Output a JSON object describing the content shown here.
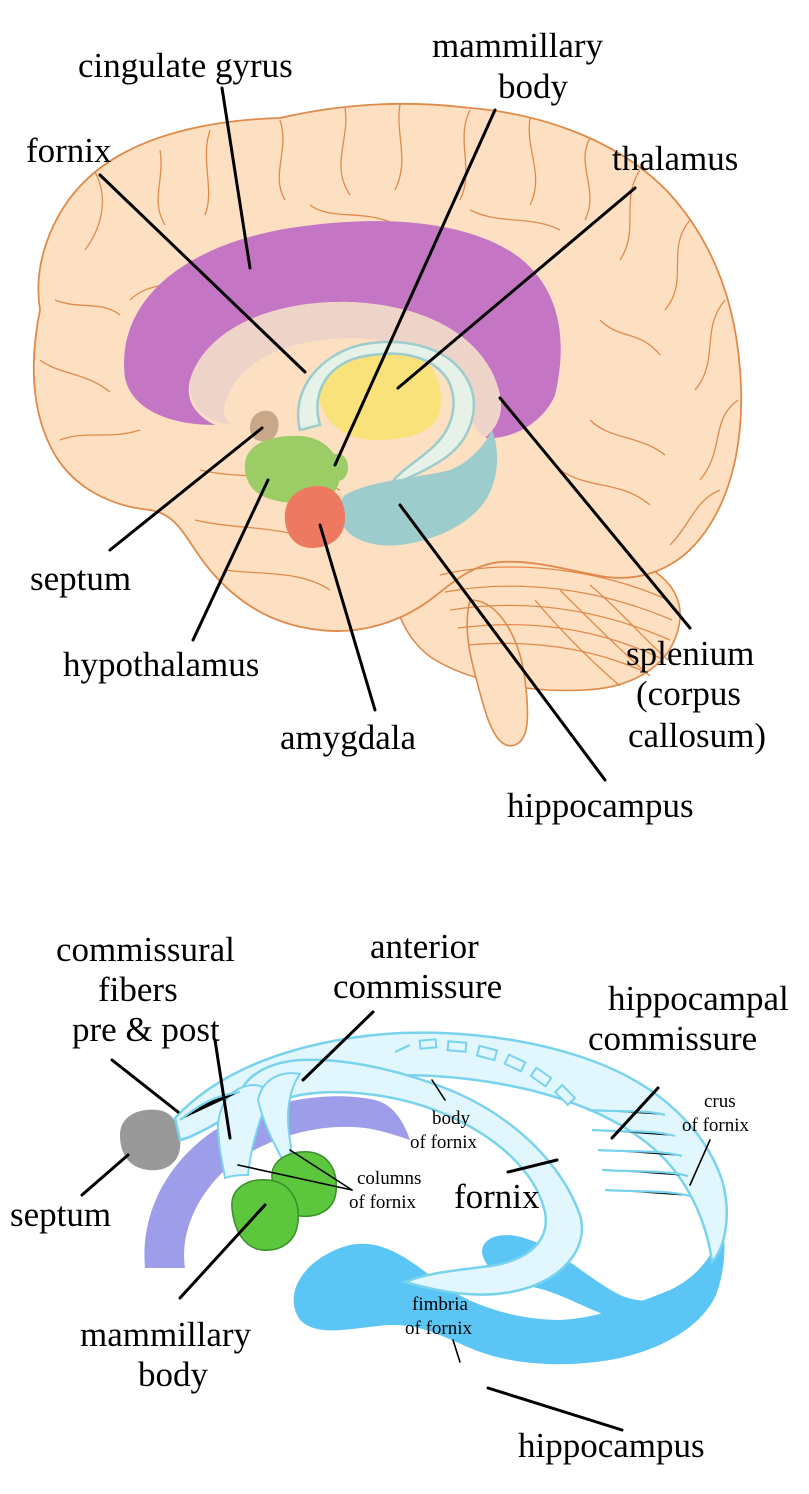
{
  "top_diagram": {
    "labels": {
      "cingulate_gyrus": "cingulate gyrus",
      "mammillary_body_1": "mammillary",
      "mammillary_body_2": "body",
      "fornix": "fornix",
      "thalamus": "thalamus",
      "septum": "septum",
      "hypothalamus": "hypothalamus",
      "amygdala": "amygdala",
      "splenium_1": "splenium",
      "splenium_2": "(corpus",
      "splenium_3": "callosum)",
      "hippocampus": "hippocampus"
    },
    "colors": {
      "brain": "#fde0c2",
      "brain_outline": "#e08a4a",
      "cingulate_gyrus": "#c475c4",
      "corpus_callosum": "#eed3c8",
      "thalamus": "#f9e27a",
      "fornix": "#e6f2e8",
      "hippocampus": "#9ccccc",
      "hypothalamus": "#9ccc66",
      "amygdala": "#ed7a60",
      "septum": "#c8a888"
    }
  },
  "bottom_diagram": {
    "labels": {
      "commissural_1": "commissural",
      "commissural_2": "fibers",
      "commissural_3": "pre & post",
      "anterior_1": "anterior",
      "anterior_2": "commissure",
      "hippocampal_1": "hippocampal",
      "hippocampal_2": "commissure",
      "septum": "septum",
      "body_of_fornix_1": "body",
      "body_of_fornix_2": "of fornix",
      "columns_of_fornix_1": "columns",
      "columns_of_fornix_2": "of fornix",
      "crus_of_fornix_1": "crus",
      "crus_of_fornix_2": "of fornix",
      "fornix": "fornix",
      "mammillary_1": "mammillary",
      "mammillary_2": "body",
      "fimbria_1": "fimbria",
      "fimbria_2": "of fornix",
      "hippocampus": "hippocampus"
    },
    "colors": {
      "fornix": "#e2f7fd",
      "fornix_outline": "#79d3ee",
      "hippocampus": "#5bc6f5",
      "anterior_commissure": "#9e9de9",
      "mammillary_body": "#5cc63c",
      "septum": "#999999"
    }
  }
}
